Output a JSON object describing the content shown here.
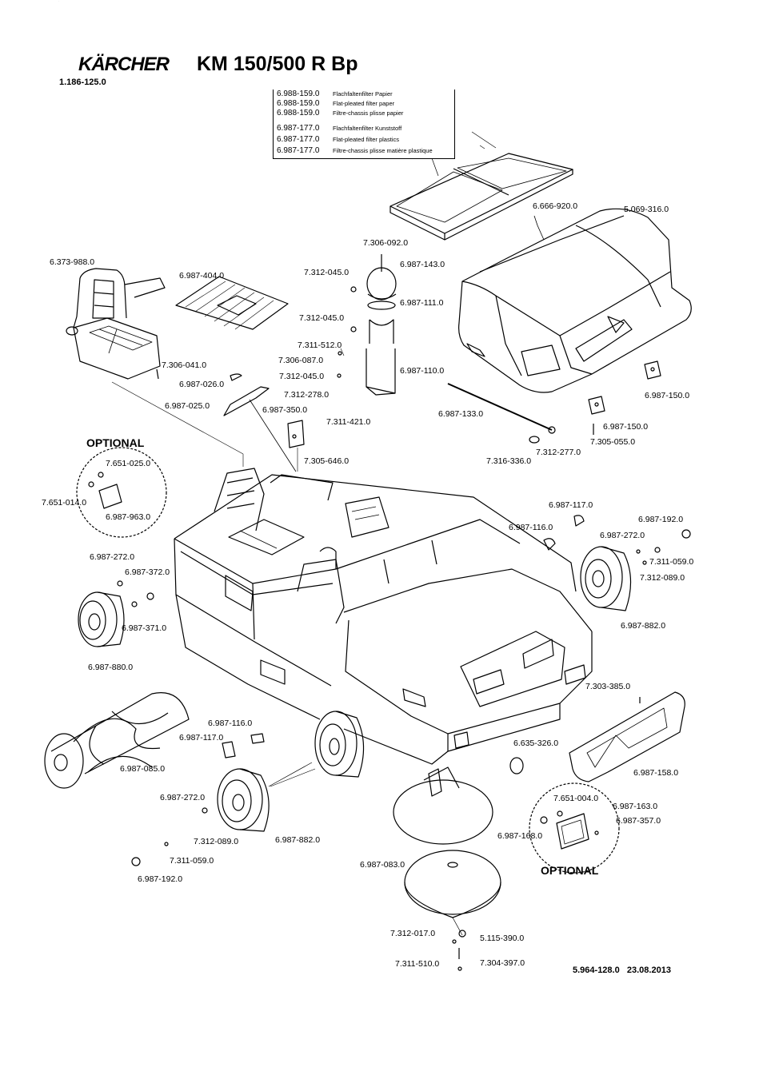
{
  "header": {
    "brand": "KÄRCHER",
    "model": "KM 150/500 R Bp",
    "order_number": "1.186-125.0"
  },
  "legend": [
    {
      "part": "6.988-159.0",
      "desc": "Flachfaltenfilter Papier"
    },
    {
      "part": "6.988-159.0",
      "desc": "Flat-pleated filter paper"
    },
    {
      "part": "6.988-159.0",
      "desc": "Filtre-chassis plisse papier"
    },
    {
      "part": "6.987-177.0",
      "desc": "Flachfaltenfilter Kunststoff"
    },
    {
      "part": "6.987-177.0",
      "desc": "Flat-pleated filter plastics"
    },
    {
      "part": "6.987-177.0",
      "desc": "Filtre-chassis plisse matière plastique"
    }
  ],
  "optional_labels": {
    "left": "OPTIONAL",
    "right": "OPTIONAL"
  },
  "footer": {
    "doc_number": "5.964-128.0",
    "date": "23.08.2013"
  },
  "part_labels": [
    "6.666-920.0",
    "5.069-316.0",
    "7.306-092.0",
    "6.987-143.0",
    "7.312-045.0",
    "6.987-111.0",
    "6.373-988.0",
    "6.987-404.0",
    "7.312-045.0",
    "7.311-512.0",
    "7.306-087.0",
    "6.987-110.0",
    "7.312-045.0",
    "7.306-041.0",
    "6.987-026.0",
    "7.312-278.0",
    "6.987-025.0",
    "6.987-350.0",
    "7.311-421.0",
    "6.987-133.0",
    "6.987-150.0",
    "6.987-150.0",
    "7.305-055.0",
    "7.312-277.0",
    "7.316-336.0",
    "7.305-646.0",
    "7.651-025.0",
    "7.651-014.0",
    "6.987-963.0",
    "6.987-117.0",
    "6.987-192.0",
    "6.987-116.0",
    "6.987-272.0",
    "7.311-059.0",
    "7.312-089.0",
    "6.987-272.0",
    "6.987-372.0",
    "6.987-371.0",
    "6.987-882.0",
    "6.987-880.0",
    "7.303-385.0",
    "6.987-116.0",
    "6.987-117.0",
    "6.987-085.0",
    "6.635-326.0",
    "6.987-158.0",
    "6.987-272.0",
    "7.651-004.0",
    "6.987-163.0",
    "6.987-357.0",
    "6.987-168.0",
    "7.312-089.0",
    "6.987-882.0",
    "7.311-059.0",
    "6.987-083.0",
    "6.987-192.0",
    "7.312-017.0",
    "5.115-390.0",
    "7.311-510.0",
    "7.304-397.0"
  ]
}
